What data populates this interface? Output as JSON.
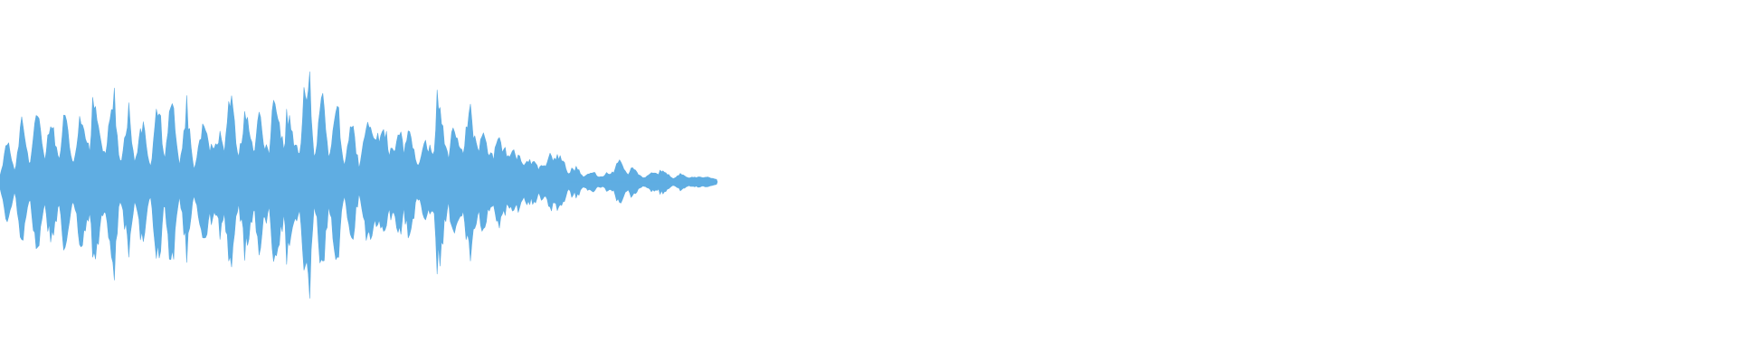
{
  "waveform": {
    "color": "#5fade2",
    "background": "#ffffff",
    "duration_fraction_with_audio": 0.413,
    "amplitude_envelope": [
      0.1,
      0.36,
      0.18,
      0.55,
      0.3,
      0.62,
      0.42,
      0.58,
      0.33,
      0.75,
      0.2,
      0.64,
      0.46,
      0.82,
      0.38,
      0.52,
      0.7,
      0.28,
      0.62,
      0.36,
      0.5,
      0.24,
      0.68,
      0.44,
      0.78,
      0.34,
      0.6,
      0.22,
      0.44,
      0.66,
      0.3,
      0.56,
      0.86,
      0.4,
      0.62,
      0.48,
      0.7,
      0.26,
      0.88,
      0.52,
      0.72,
      0.34,
      0.6,
      0.92,
      0.44,
      0.76,
      0.4,
      0.66,
      0.3,
      0.54,
      0.26,
      0.46,
      0.7,
      0.38,
      0.58,
      0.3,
      0.62,
      0.48,
      0.24,
      0.4,
      0.28,
      0.84,
      0.38,
      0.56,
      0.3,
      0.72,
      0.44,
      0.64,
      0.24,
      0.5,
      0.3,
      0.42,
      0.2,
      0.3,
      0.16,
      0.24,
      0.12,
      0.38,
      0.22,
      0.14,
      0.1,
      0.08,
      0.05,
      0.08,
      0.04,
      0.06,
      0.22,
      0.1,
      0.14,
      0.06,
      0.04,
      0.08,
      0.12,
      0.05,
      0.03,
      0.06,
      0.04,
      0.02,
      0.05,
      0.02,
      0.01
    ]
  }
}
